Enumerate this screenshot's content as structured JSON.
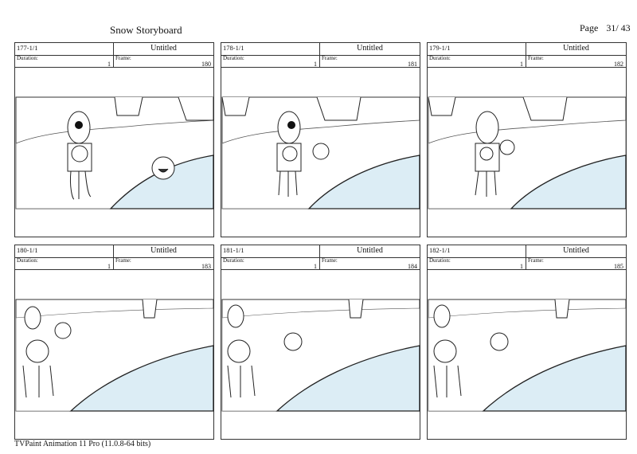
{
  "header": {
    "title": "Snow Storyboard",
    "page_label": "Page",
    "page_number": "31/ 43"
  },
  "panels": [
    {
      "scene": "177-1/1",
      "name": "Untitled",
      "duration_label": "Duration:",
      "duration": "1",
      "frame_label": "Frame:",
      "frame": "180"
    },
    {
      "scene": "178-1/1",
      "name": "Untitled",
      "duration_label": "Duration:",
      "duration": "1",
      "frame_label": "Frame:",
      "frame": "181"
    },
    {
      "scene": "179-1/1",
      "name": "Untitled",
      "duration_label": "Duration:",
      "duration": "1",
      "frame_label": "Frame:",
      "frame": "182"
    },
    {
      "scene": "180-1/1",
      "name": "Untitled",
      "duration_label": "Duration:",
      "duration": "1",
      "frame_label": "Frame:",
      "frame": "183"
    },
    {
      "scene": "181-1/1",
      "name": "Untitled",
      "duration_label": "Duration:",
      "duration": "1",
      "frame_label": "Frame:",
      "frame": "184"
    },
    {
      "scene": "182-1/1",
      "name": "Untitled",
      "duration_label": "Duration:",
      "duration": "1",
      "frame_label": "Frame:",
      "frame": "185"
    }
  ],
  "footer": {
    "text": "TVPaint Animation 11 Pro (11.0.8-64 bits)"
  }
}
